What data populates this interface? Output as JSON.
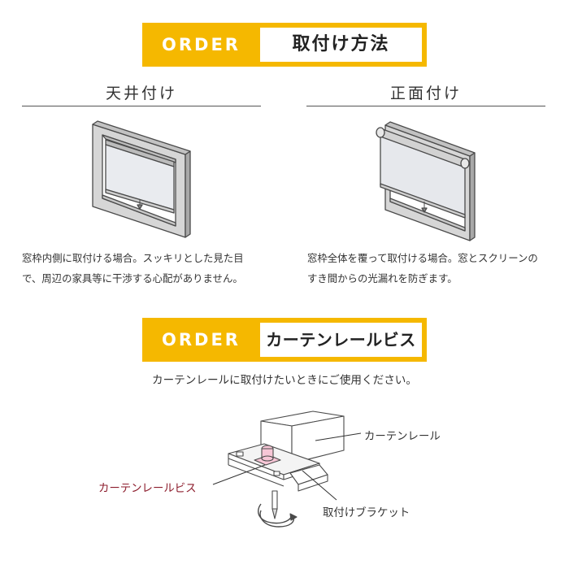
{
  "section1": {
    "order_tag": "ORDER",
    "title": "取付け方法",
    "ceiling": {
      "heading": "天井付け",
      "desc_line1": "窓枠内側に取付ける場合。スッキリとした見た目",
      "desc_line2": "で、周辺の家具等に干渉する心配がありません。"
    },
    "front": {
      "heading": "正面付け",
      "desc_line1": "窓枠全体を覆って取付ける場合。窓とスクリーンの",
      "desc_line2": "すき間からの光漏れを防ぎます。"
    }
  },
  "section2": {
    "order_tag": "ORDER",
    "title": "カーテンレールビス",
    "intro": "カーテンレールに取付けたいときにご使用ください。",
    "labels": {
      "rail": "カーテンレール",
      "screw": "カーテンレールビス",
      "bracket": "取付けブラケット"
    }
  },
  "colors": {
    "banner": "#f5b800",
    "accent_label": "#8c1c2c",
    "screw_highlight": "#f7c6d6"
  }
}
